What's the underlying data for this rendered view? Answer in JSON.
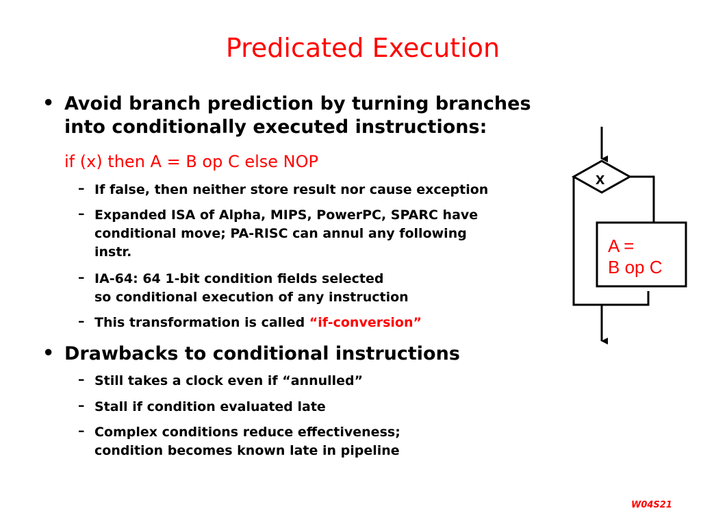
{
  "title": "Predicated Execution",
  "bullets": [
    {
      "marker": "•",
      "text_line1": "Avoid branch prediction by turning branches",
      "text_line2": "into conditionally executed instructions:",
      "code": "if (x) then A = B op C else NOP",
      "subitems": [
        {
          "marker": "–",
          "line1": "If false, then neither store result nor cause exception"
        },
        {
          "marker": "–",
          "line1": "Expanded ISA of Alpha, MIPS, PowerPC, SPARC have",
          "line2": "conditional move; PA-RISC can annul any following",
          "line3": "instr."
        },
        {
          "marker": "–",
          "line1": "IA-64: 64 1-bit condition fields selected",
          "line2": "so conditional execution of any instruction"
        },
        {
          "marker": "–",
          "line1_prefix": "This transformation is called ",
          "line1_highlight": "“if-conversion”"
        }
      ]
    },
    {
      "marker": "•",
      "text_line1": "Drawbacks to conditional instructions",
      "subitems": [
        {
          "marker": "–",
          "line1": "Still takes a clock even if “annulled”"
        },
        {
          "marker": "–",
          "line1": "Stall if condition evaluated late"
        },
        {
          "marker": "–",
          "line1": "Complex conditions reduce effectiveness;",
          "line2": "condition becomes known late in pipeline"
        }
      ]
    }
  ],
  "diagram": {
    "condition": "x",
    "box_line1": "A =",
    "box_line2": "B op C"
  },
  "footer": "W04S21",
  "colors": {
    "accent": "#ff0000",
    "text": "#000000",
    "background": "#ffffff"
  }
}
